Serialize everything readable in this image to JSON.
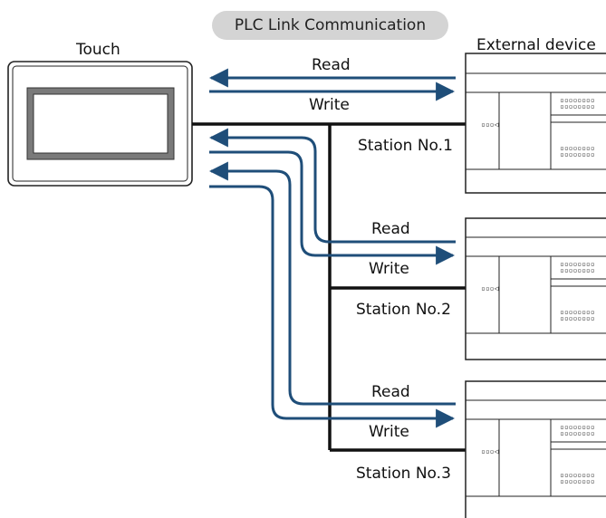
{
  "title": "PLC Link Communication",
  "touch_label": "Touch",
  "external_label": "External device",
  "stations": [
    {
      "name": "Station No.1",
      "read": "Read",
      "write": "Write"
    },
    {
      "name": "Station No.2",
      "read": "Read",
      "write": "Write"
    },
    {
      "name": "Station No.3",
      "read": "Read",
      "write": "Write"
    }
  ],
  "colors": {
    "arrow": "#1f4e79",
    "wire": "#111111",
    "pill": "#d4d4d4"
  }
}
